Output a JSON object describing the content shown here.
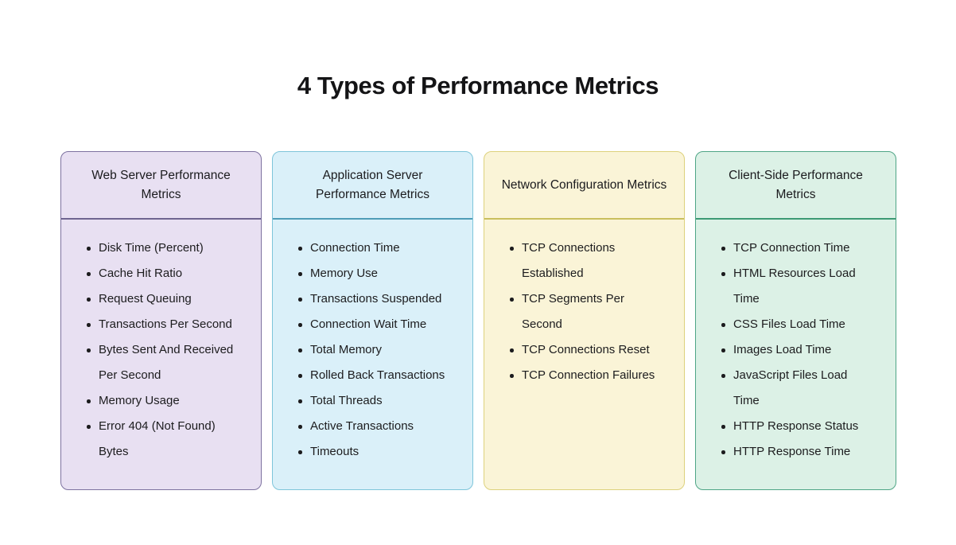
{
  "page": {
    "title": "4 Types of Performance Metrics",
    "background": "#ffffff"
  },
  "cards": [
    {
      "title": "Web Server Performance Metrics",
      "colors": {
        "bg": "#e8e0f2",
        "border": "#7d72a0",
        "divider": "#6f6590"
      },
      "items": [
        "Disk Time (Percent)",
        "Cache Hit Ratio",
        "Request Queuing",
        "Transactions Per Second",
        "Bytes Sent And Received Per Second",
        "Memory Usage",
        "Error 404 (Not Found) Bytes"
      ]
    },
    {
      "title": "Application Server Performance Metrics",
      "colors": {
        "bg": "#daf0f9",
        "border": "#7ec5da",
        "divider": "#4f9db7"
      },
      "items": [
        "Connection Time",
        "Memory Use",
        "Transactions Suspended",
        "Connection Wait Time",
        "Total Memory",
        "Rolled Back Transactions",
        "Total Threads",
        "Active Transactions",
        "Timeouts"
      ]
    },
    {
      "title": "Network Configuration Metrics",
      "colors": {
        "bg": "#faf4d7",
        "border": "#ddd17c",
        "divider": "#c9bf5e"
      },
      "items": [
        "TCP Connections Established",
        "TCP Segments Per Second",
        "TCP Connections Reset",
        "TCP Connection Failures"
      ]
    },
    {
      "title": "Client-Side Performance Metrics",
      "colors": {
        "bg": "#dcf1e6",
        "border": "#4fa586",
        "divider": "#3d9a74"
      },
      "items": [
        "TCP Connection Time",
        "HTML Resources Load Time",
        "CSS Files Load Time",
        "Images Load Time",
        "JavaScript Files Load Time",
        "HTTP Response Status",
        "HTTP Response Time"
      ]
    }
  ]
}
